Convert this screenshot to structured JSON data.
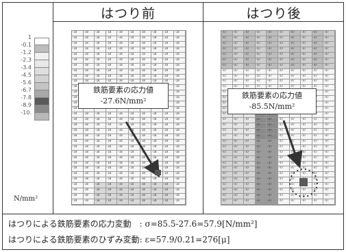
{
  "headers": {
    "before": "はつり前",
    "after": "はつり後"
  },
  "legend": {
    "labels": [
      "1",
      "-0.1",
      "-1.2",
      "-2.3",
      "-3.4",
      "-4.5",
      "-5.6",
      "-6.7",
      "-7.8",
      "-8.9",
      "-10."
    ],
    "unit": "N/mm²",
    "colors": [
      "#ffffff",
      "#bdbdbd",
      "#f0f0f0",
      "#e8e8e8",
      "#dedede",
      "#d2d2d2",
      "#c4c4c4",
      "#a8a8a8",
      "#5a5a5a",
      "#8a8a8a",
      "#b8b8b8"
    ]
  },
  "before": {
    "callout_title": "鉄筋要素の応力値",
    "callout_value": "-27.6N/mm²",
    "cell_label": "-18"
  },
  "after": {
    "callout_title": "鉄筋要素の応力値",
    "callout_value": "-85.5N/mm²",
    "cell_label": "-47"
  },
  "footer": {
    "line1": "はつりによる鉄筋要素の応力変動　: σ=85.5-27.6=57.9[N/mm²]",
    "line2": "はつりによる鉄筋要素のひずみ変動: ε=57.9/0.21=276[μ]"
  }
}
